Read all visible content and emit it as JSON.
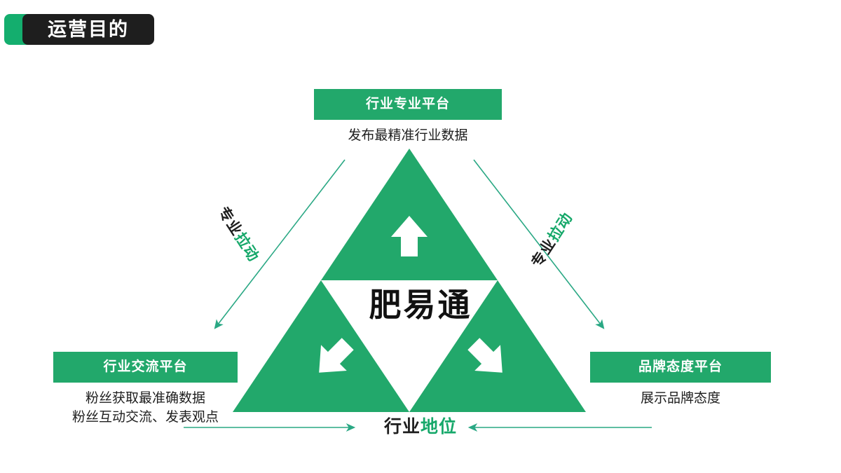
{
  "header": {
    "title": "运营目的",
    "accent_color": "#14ae6e",
    "plate_color": "#1e1e1e"
  },
  "diagram": {
    "type": "triangle-relationship",
    "brand_center": "肥易通",
    "accent_color": "#22a86b",
    "arrow_color": "#2aa884",
    "nodes": {
      "top": {
        "chip": "行业专业平台",
        "desc_lines": [
          "发布最精准行业数据"
        ],
        "inner_arrow_icon": "arrow-up-icon"
      },
      "left": {
        "chip": "行业交流平台",
        "desc_lines": [
          "粉丝获取最准确数据",
          "粉丝互动交流、发表观点"
        ],
        "inner_arrow_icon": "arrow-down-left-icon"
      },
      "right": {
        "chip": "品牌态度平台",
        "desc_lines": [
          "展示品牌态度"
        ],
        "inner_arrow_icon": "arrow-down-right-icon"
      }
    },
    "edge_captions": {
      "left": {
        "dark": "专业",
        "accent": "拉动"
      },
      "right": {
        "dark": "专业",
        "accent": "拉动"
      },
      "bottom": {
        "dark": "行业",
        "accent": "地位"
      }
    }
  }
}
